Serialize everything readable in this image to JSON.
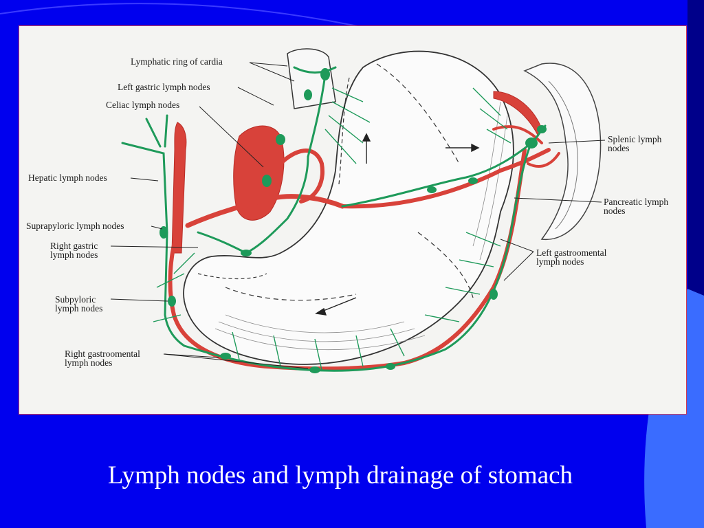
{
  "slide": {
    "title": "Lymph nodes and lymph drainage of stomach",
    "background_color": "#0000ee",
    "accent_color": "#3a6cff"
  },
  "figure": {
    "labels": {
      "lymphatic_ring_of_cardia": "Lymphatic ring of cardia",
      "left_gastric": "Left gastric lymph nodes",
      "celiac": "Celiac lymph nodes",
      "hepatic": "Hepatic lymph nodes",
      "suprapyloric": "Suprapyloric lymph nodes",
      "right_gastric": "Right gastric\nlymph nodes",
      "subpyloric": "Subpyloric\nlymph nodes",
      "right_gastroomental": "Right gastroomental\nlymph nodes",
      "splenic": "Splenic lymph\nnodes",
      "pancreatic": "Pancreatic lymph\nnodes",
      "left_gastroomental": "Left gastroomental\nlymph nodes"
    },
    "colors": {
      "lymph": "#1e9a5a",
      "artery": "#d8423a",
      "outline": "#333333",
      "figure_bg": "#f4f4f2"
    }
  }
}
